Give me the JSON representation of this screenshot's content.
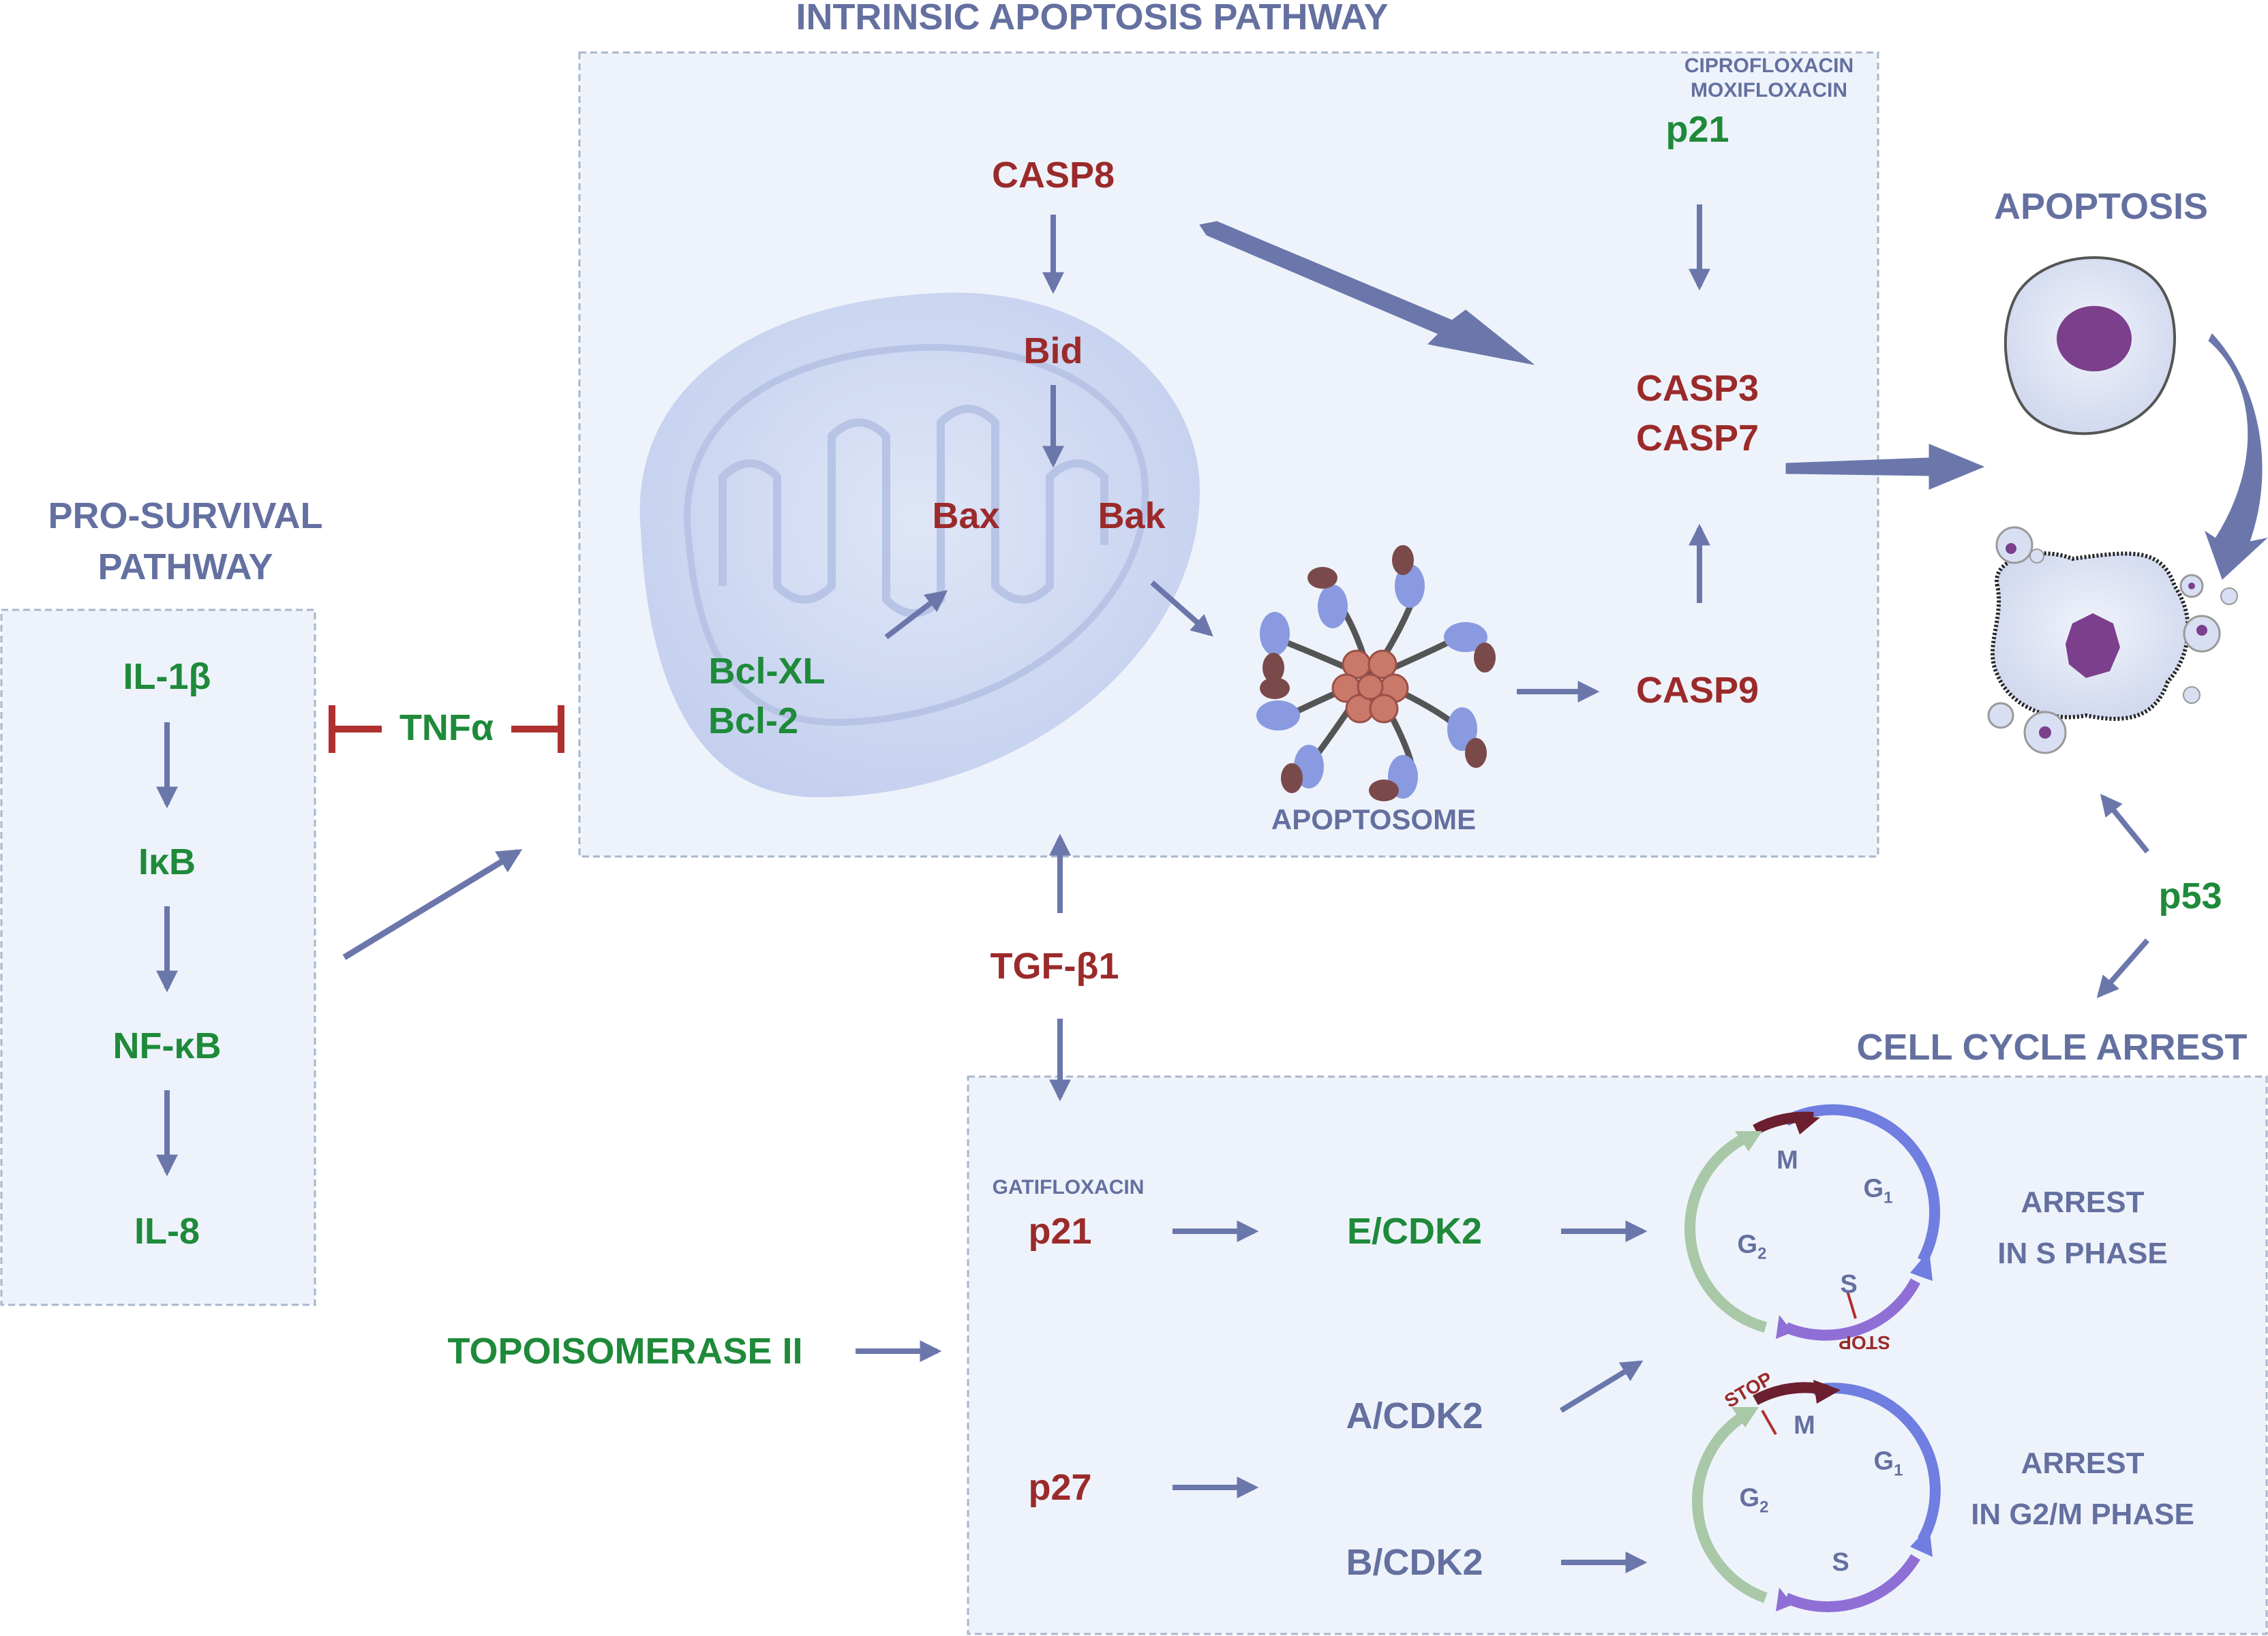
{
  "sections": {
    "intrinsic_title": "INTRINSIC APOPTOSIS PATHWAY",
    "pro_survival_title_1": "PRO-SURVIVAL",
    "pro_survival_title_2": "PATHWAY",
    "apoptosis_title": "APOPTOSIS",
    "cell_cycle_title": "CELL CYCLE ARREST"
  },
  "pro_survival": {
    "il1b": "IL-1β",
    "ikb": "IκB",
    "nfkb": "NF-κB",
    "il8": "IL-8"
  },
  "inhibitor": {
    "tnfa": "TNFα"
  },
  "intrinsic": {
    "drug_1": "CIPROFLOXACIN",
    "drug_2": "MOXIFLOXACIN",
    "p21": "p21",
    "casp8": "CASP8",
    "bid": "Bid",
    "bax": "Bax",
    "bak": "Bak",
    "bclxl": "Bcl-XL",
    "bcl2": "Bcl-2",
    "casp3": "CASP3",
    "casp7": "CASP7",
    "casp9": "CASP9",
    "apoptosome": "APOPTOSOME"
  },
  "tgfb1": "TGF-β1",
  "p53": "p53",
  "topoisomerase": "TOPOISOMERASE II",
  "cell_cycle": {
    "drug": "GATIFLOXACIN",
    "p21": "p21",
    "p27": "p27",
    "ecdk2": "E/CDK2",
    "acdk2": "A/CDK2",
    "bcdk2": "B/CDK2",
    "arrest_s_1": "ARREST",
    "arrest_s_2": "IN S PHASE",
    "arrest_g2m_1": "ARREST",
    "arrest_g2m_2": "IN G2/M PHASE",
    "phase_m": "M",
    "phase_g1": "G",
    "phase_g1_sub": "1",
    "phase_g2": "G",
    "phase_g2_sub": "2",
    "phase_s": "S",
    "stop": "STOP"
  },
  "colors": {
    "panel_fill": "#eef3fb",
    "panel_border": "#a9b6cc",
    "arrow": "#6b77ab",
    "red_text": "#9b2a2a",
    "green_text": "#1e8a3a",
    "inhibit": "#b03030",
    "mito": "#c9d4ef"
  }
}
